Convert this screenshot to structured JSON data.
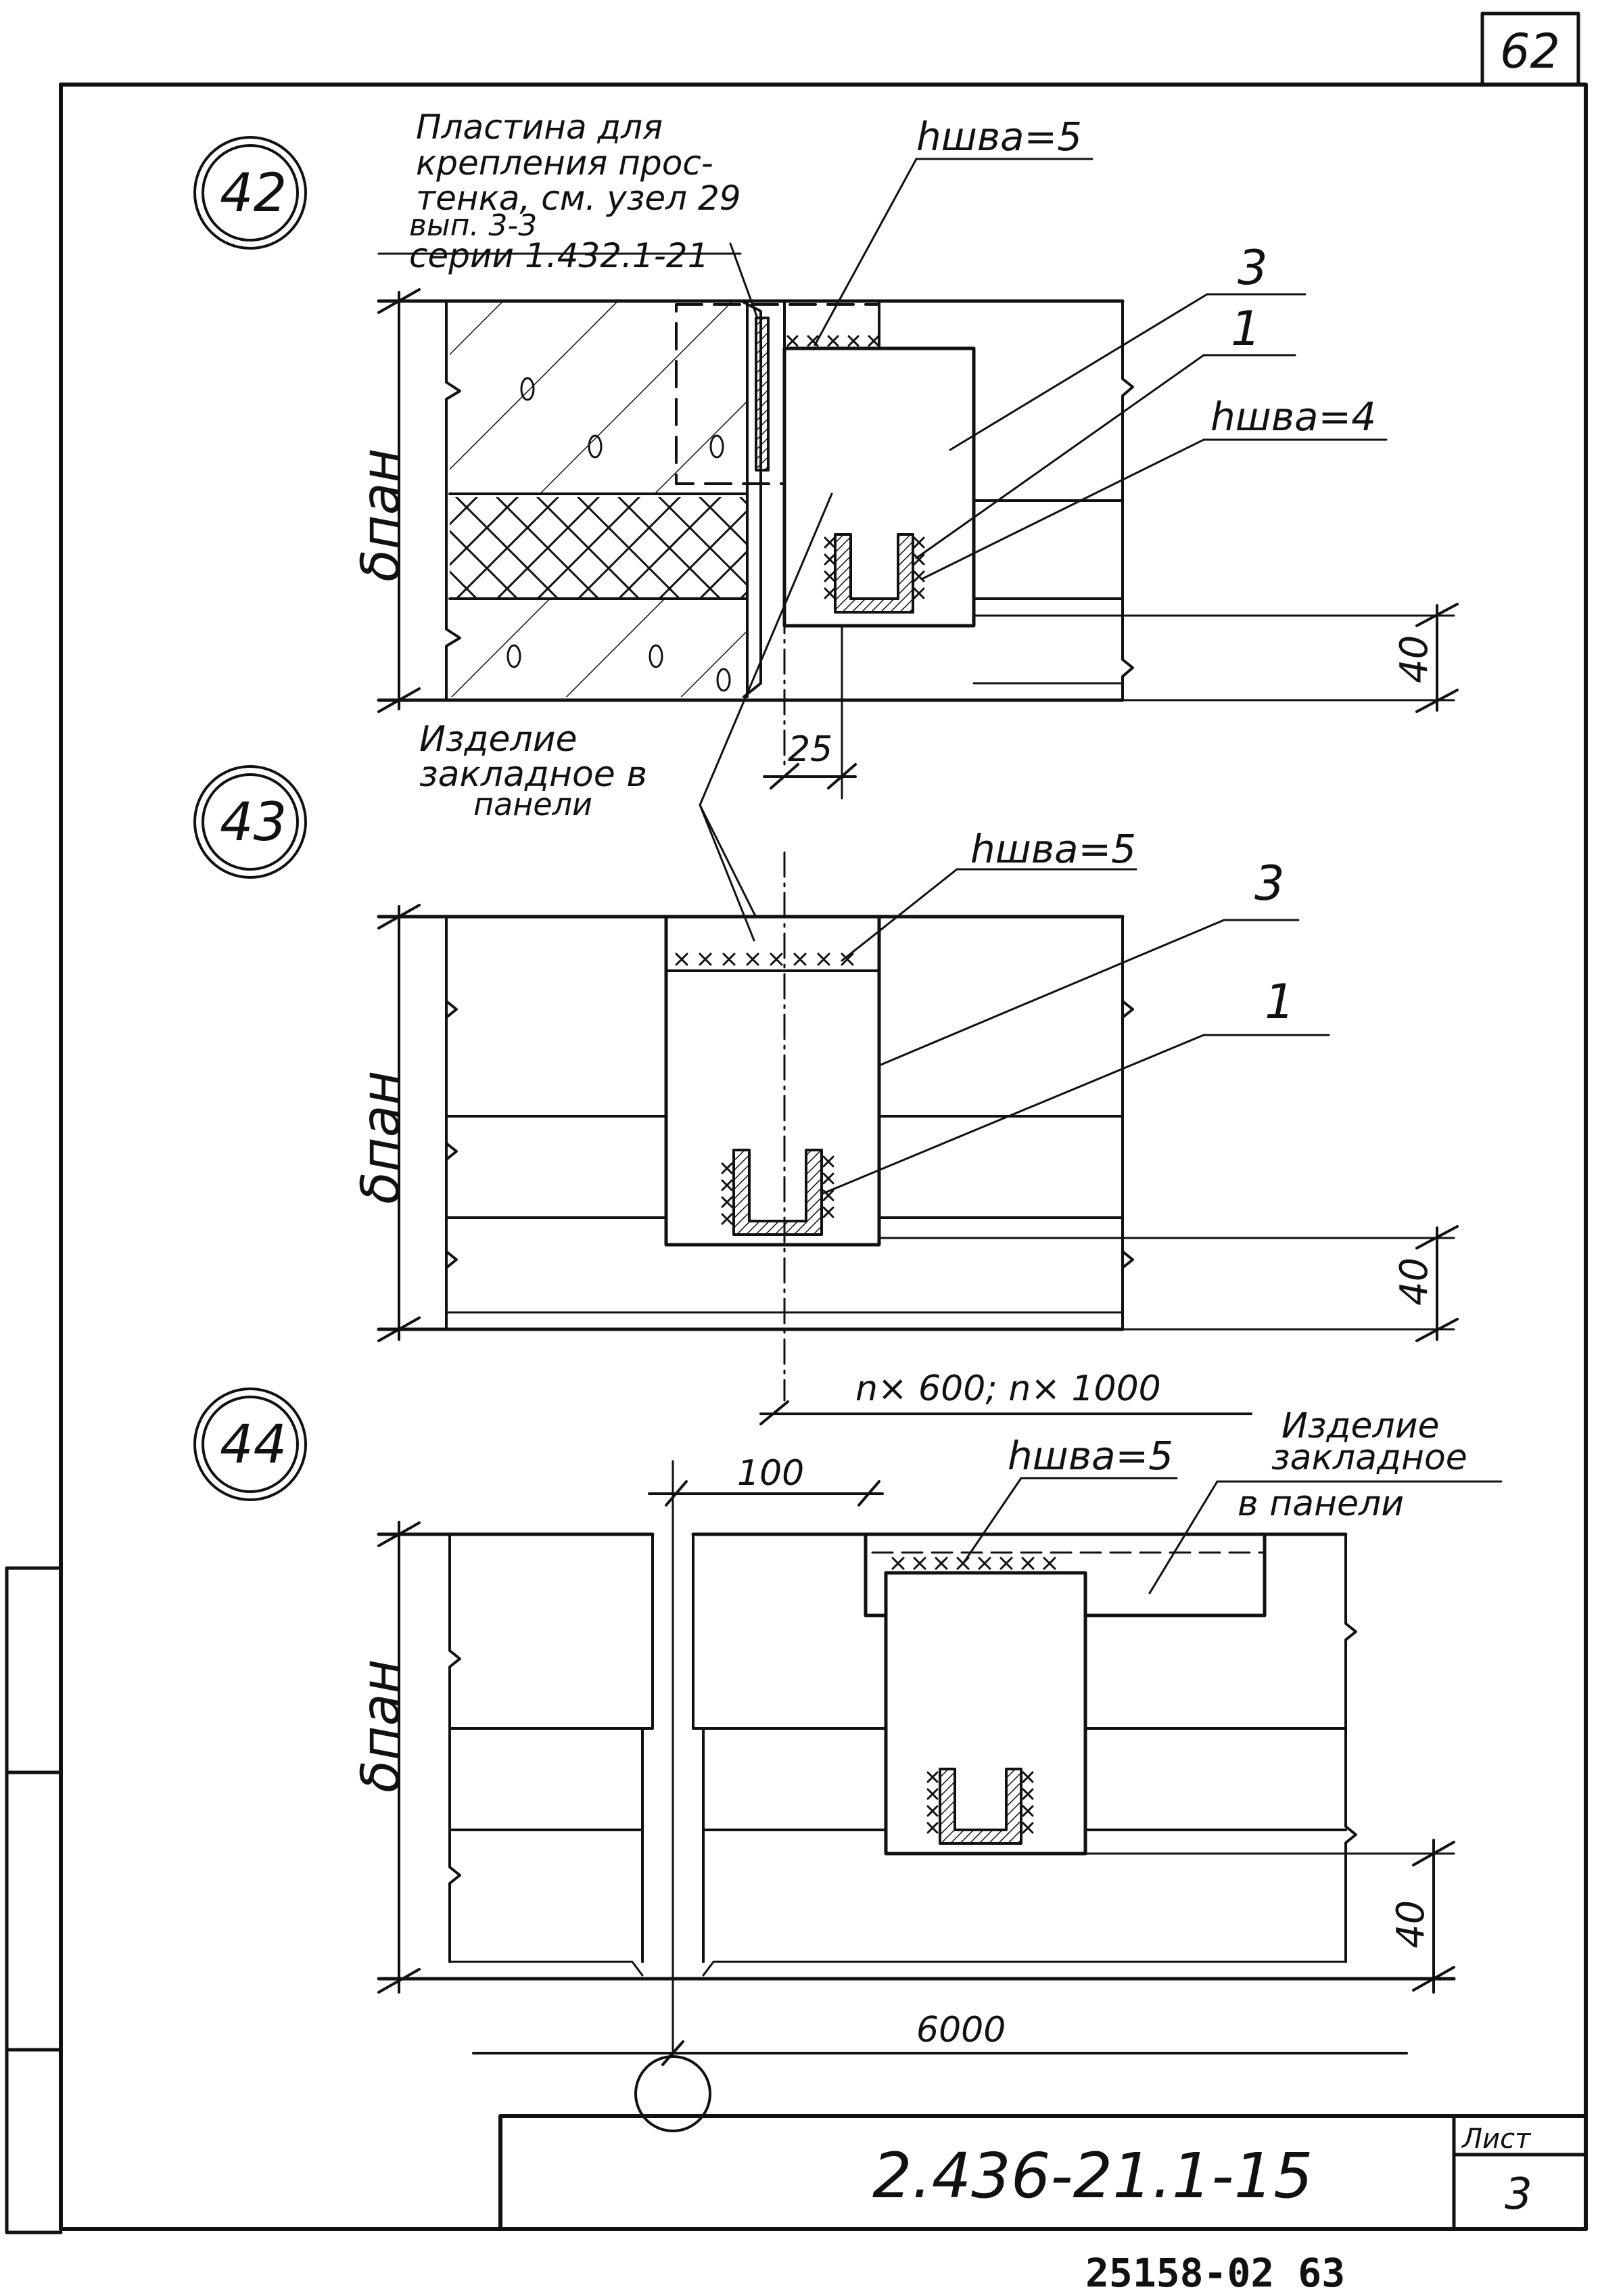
{
  "sheet": {
    "page_number": "62",
    "designation": "2.436-21.1-15",
    "list_label": "Лист",
    "list_number": "3",
    "archive_number": "25158-02  63"
  },
  "node42": {
    "id": "42",
    "note_lines": [
      "Пластина для",
      "крепления прос-",
      "тенка, см. узел 29",
      "вып. 3-3",
      "серии 1.432.1-21"
    ],
    "weld_top": "hшва=5",
    "weld_side": "hшва=4",
    "pos_3": "3",
    "pos_1": "1",
    "panel_label": "δпан",
    "dim_40": "40",
    "dim_25": "25"
  },
  "node43": {
    "id": "43",
    "embedded_lines": [
      "Изделие",
      "закладное в",
      "панели"
    ],
    "weld_top": "hшва=5",
    "pos_3": "3",
    "pos_1": "1",
    "panel_label": "δпан",
    "dim_40": "40",
    "dim_spacing": "n× 600;  n× 1000"
  },
  "node44": {
    "id": "44",
    "embedded_lines": [
      "Изделие",
      "закладное",
      "в панели"
    ],
    "weld_top": "hшва=5",
    "dim_100": "100",
    "dim_6000": "6000",
    "panel_label": "δпан",
    "dim_40": "40"
  }
}
